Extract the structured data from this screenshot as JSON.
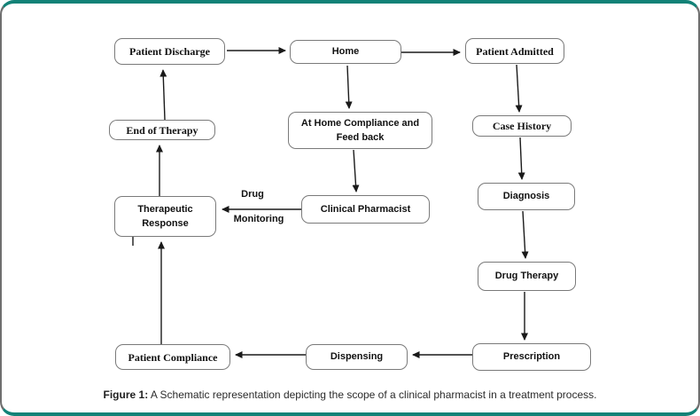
{
  "figure": {
    "caption_prefix": "Figure 1:",
    "caption_text": " A Schematic representation depicting the scope of a clinical pharmacist in a treatment process.",
    "colors": {
      "frame_accent": "#128277",
      "frame_side": "#6f6f6f",
      "box_border": "#7a7a7a",
      "arrow": "#1a1a1a",
      "text": "#111111"
    },
    "nodes": {
      "patient_discharge": "Patient Discharge",
      "home": "Home",
      "patient_admitted": "Patient Admitted",
      "at_home_compliance": "At Home Compliance and Feed back",
      "case_history": "Case History",
      "end_of_therapy": "End of Therapy",
      "therapeutic_response": "Therapeutic Response",
      "clinical_pharmacist": "Clinical Pharmacist",
      "diagnosis": "Diagnosis",
      "drug_therapy": "Drug Therapy",
      "patient_compliance": "Patient Compliance",
      "dispensing": "Dispensing",
      "prescription": "Prescription"
    },
    "edge_labels": {
      "drug": "Drug",
      "monitoring": "Monitoring"
    },
    "edges": [
      {
        "from": "patient_discharge",
        "to": "home"
      },
      {
        "from": "home",
        "to": "patient_admitted"
      },
      {
        "from": "patient_admitted",
        "to": "case_history"
      },
      {
        "from": "case_history",
        "to": "diagnosis"
      },
      {
        "from": "diagnosis",
        "to": "drug_therapy"
      },
      {
        "from": "drug_therapy",
        "to": "prescription"
      },
      {
        "from": "prescription",
        "to": "dispensing"
      },
      {
        "from": "dispensing",
        "to": "patient_compliance"
      },
      {
        "from": "patient_compliance",
        "to": "therapeutic_response"
      },
      {
        "from": "therapeutic_response",
        "to": "end_of_therapy"
      },
      {
        "from": "end_of_therapy",
        "to": "patient_discharge"
      },
      {
        "from": "home",
        "to": "at_home_compliance"
      },
      {
        "from": "at_home_compliance",
        "to": "clinical_pharmacist"
      },
      {
        "from": "clinical_pharmacist",
        "to": "therapeutic_response",
        "label": "Drug Monitoring"
      }
    ]
  }
}
